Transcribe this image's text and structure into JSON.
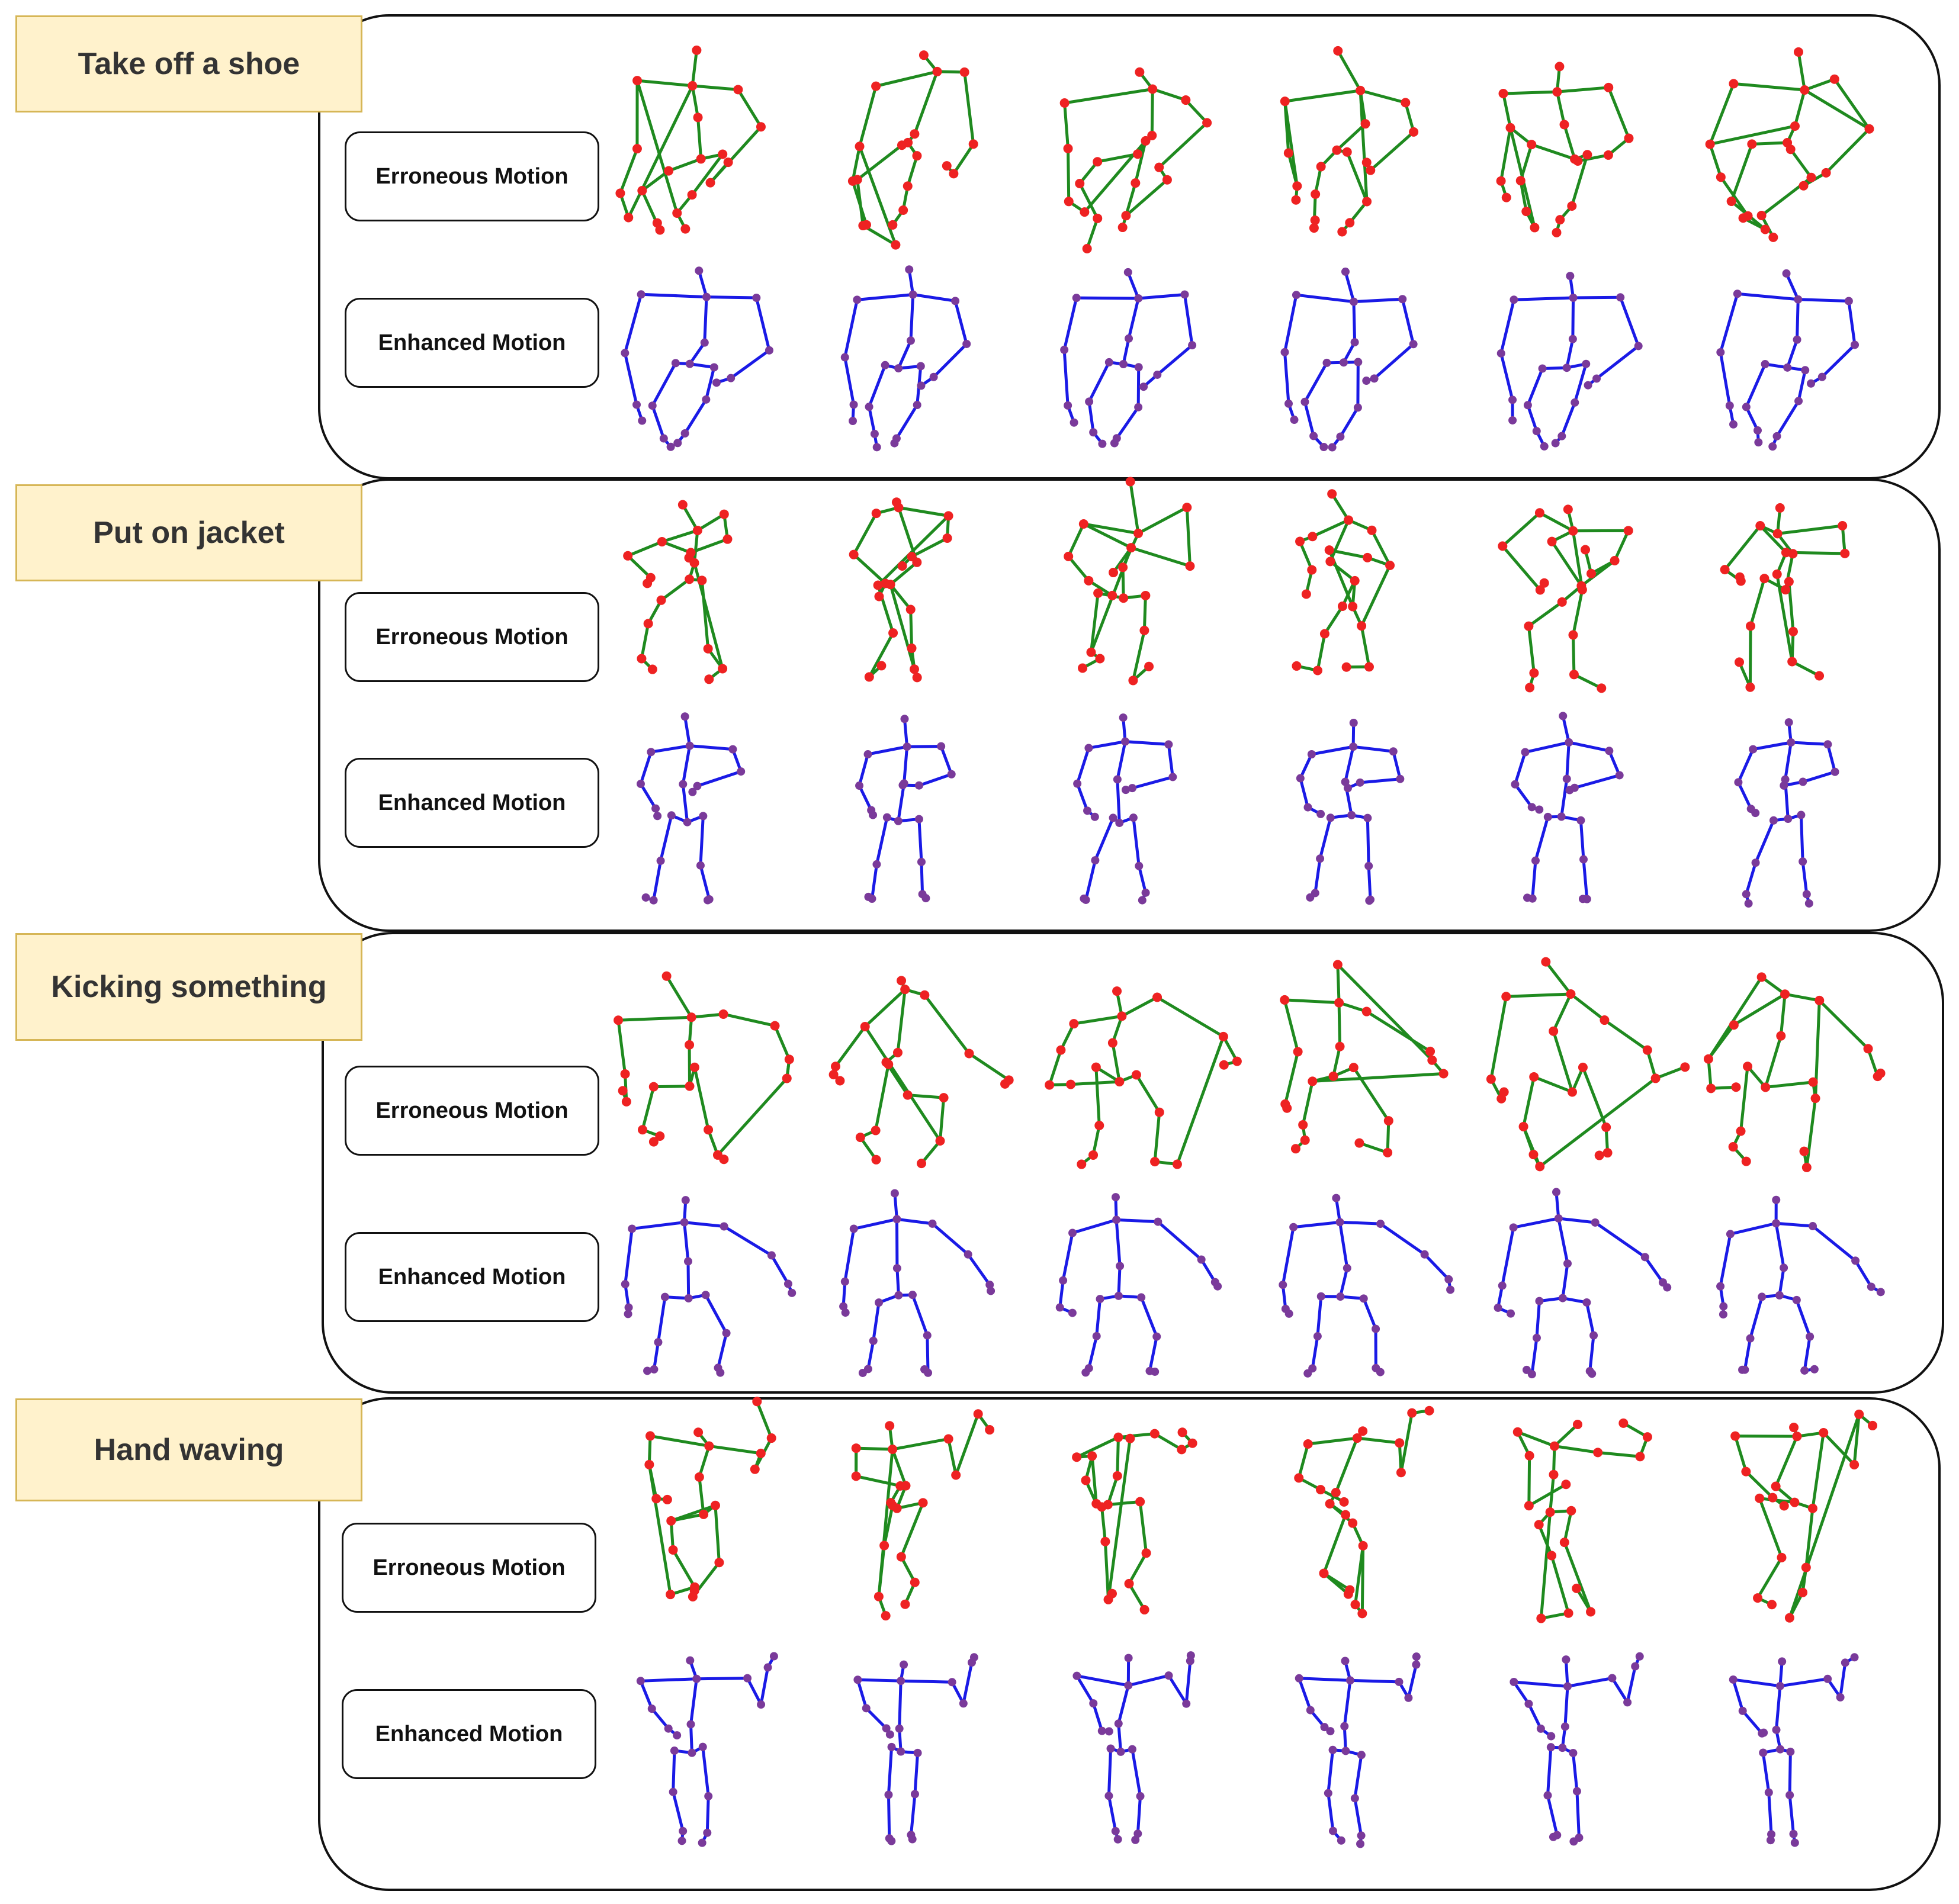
{
  "labels": {
    "erroneous": "Erroneous Motion",
    "enhanced": "Enhanced Motion"
  },
  "colors": {
    "erroneous_bone": "#1f8a1f",
    "erroneous_joint": "#ee2222",
    "enhanced_bone": "#1a1ae6",
    "enhanced_joint": "#7a3a9a",
    "tag_fill": "#fff2cc",
    "tag_border": "#d6b656"
  },
  "actions": [
    {
      "name": "Take off a shoe",
      "pose": "crouch"
    },
    {
      "name": "Put on jacket",
      "pose": "jacket"
    },
    {
      "name": "Kicking something",
      "pose": "kick"
    },
    {
      "name": "Hand waving",
      "pose": "wave"
    }
  ]
}
